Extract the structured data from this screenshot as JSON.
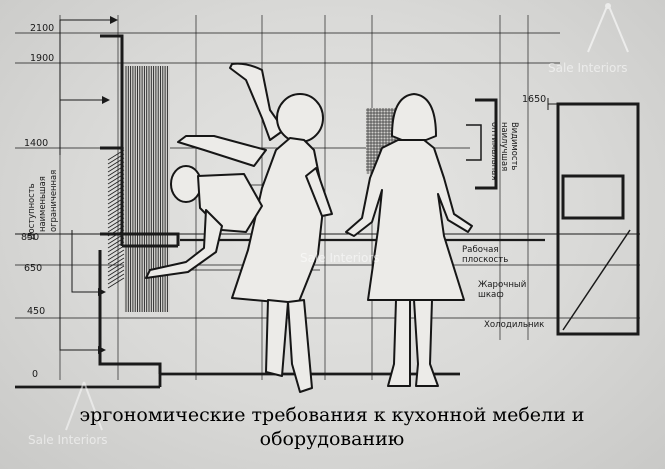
{
  "diagram": {
    "ticks": [
      "2100",
      "1900",
      "1400",
      "850",
      "650",
      "450",
      "0"
    ],
    "marker_1650": "1650",
    "reach_label": [
      "Доступность",
      "наименьшая",
      "ограниченная"
    ],
    "visibility_label": [
      "Видимость",
      "наилучшая",
      "оптимальная"
    ],
    "work_surface_label": [
      "Рабочая",
      "плоскость"
    ],
    "oven_label": [
      "Жарочный",
      "шкаф"
    ],
    "fridge_label": "Холодильник",
    "caption_line1": "эргономические требования к кухонной мебели и",
    "caption_line2": "оборудованию"
  },
  "watermarks": [
    "Sale Interiors",
    "Sale Interiors",
    "Sale Interiors"
  ],
  "colors": {
    "ink": "#1a1a1a",
    "paper": "#e6e6e4"
  }
}
